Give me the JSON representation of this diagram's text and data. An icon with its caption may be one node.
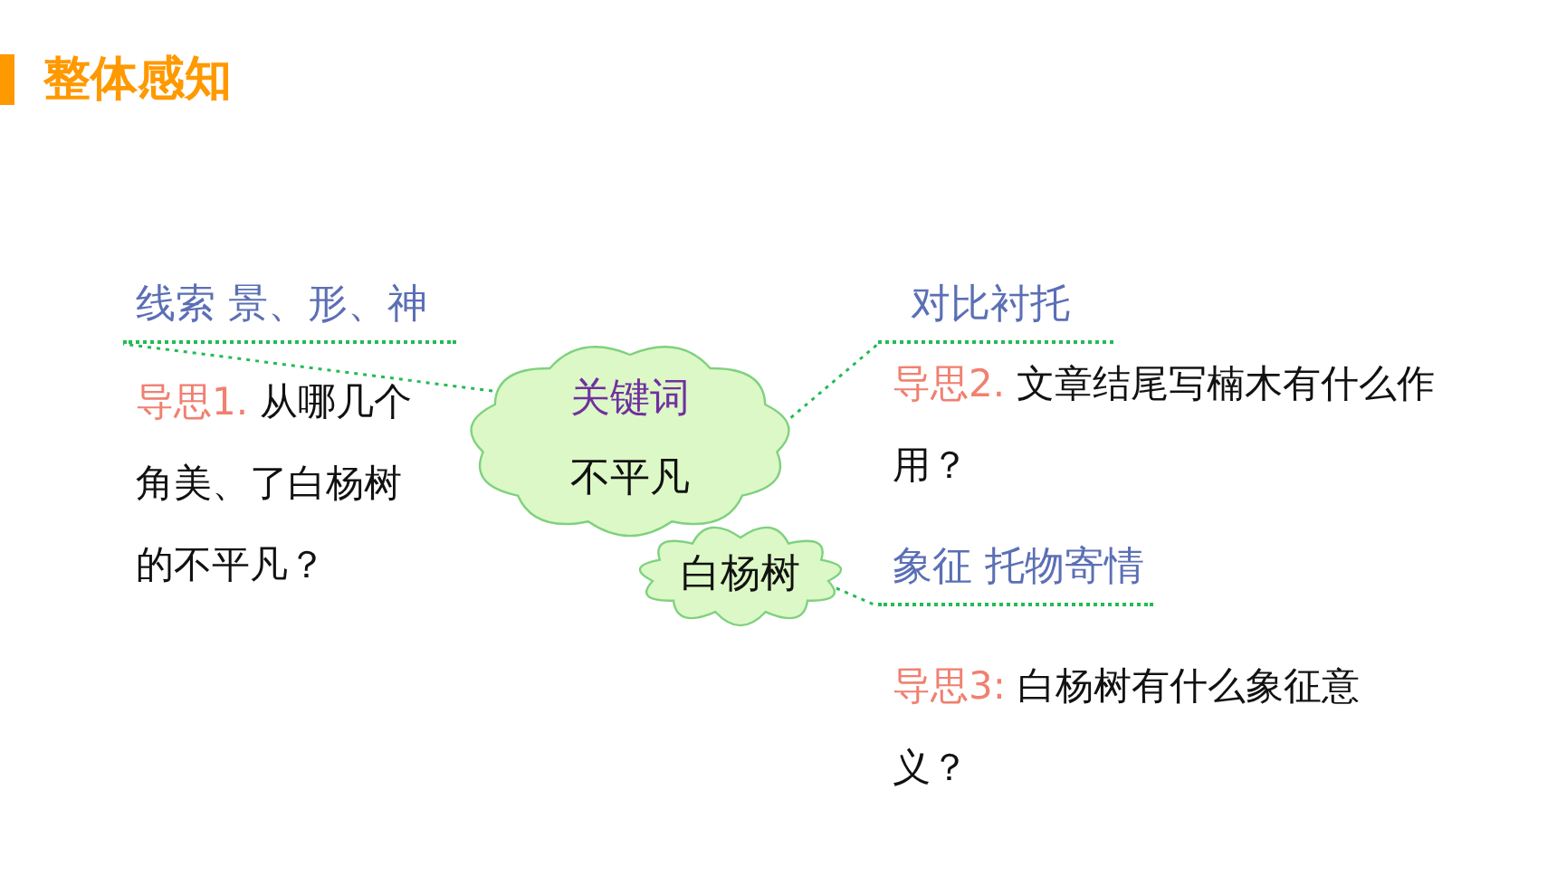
{
  "diagram": {
    "title": "整体感知",
    "nodes": [
      {
        "text": [
          "关键词",
          "不平凡"
        ]
      },
      {
        "text": [
          "白杨树"
        ]
      },
      {
        "text": [
          "线索 景、形、神"
        ]
      },
      {
        "text": [
          "对比衬托"
        ]
      },
      {
        "text": [
          "象征 托物寄情"
        ]
      }
    ],
    "edges": [
      {
        "from": 0,
        "to": 2,
        "arrow": "none",
        "style": "dashed"
      },
      {
        "from": 0,
        "to": 3,
        "arrow": "none",
        "style": "dashed"
      },
      {
        "from": 1,
        "to": 4,
        "arrow": "none",
        "style": "dashed"
      }
    ],
    "labels": [
      "导思1.",
      "从哪几个角美、了白杨树的不平凡？",
      "导思2.",
      "文章结尾写楠木有什么作用？",
      "导思3:",
      "白杨树有什么象征意义？"
    ]
  }
}
